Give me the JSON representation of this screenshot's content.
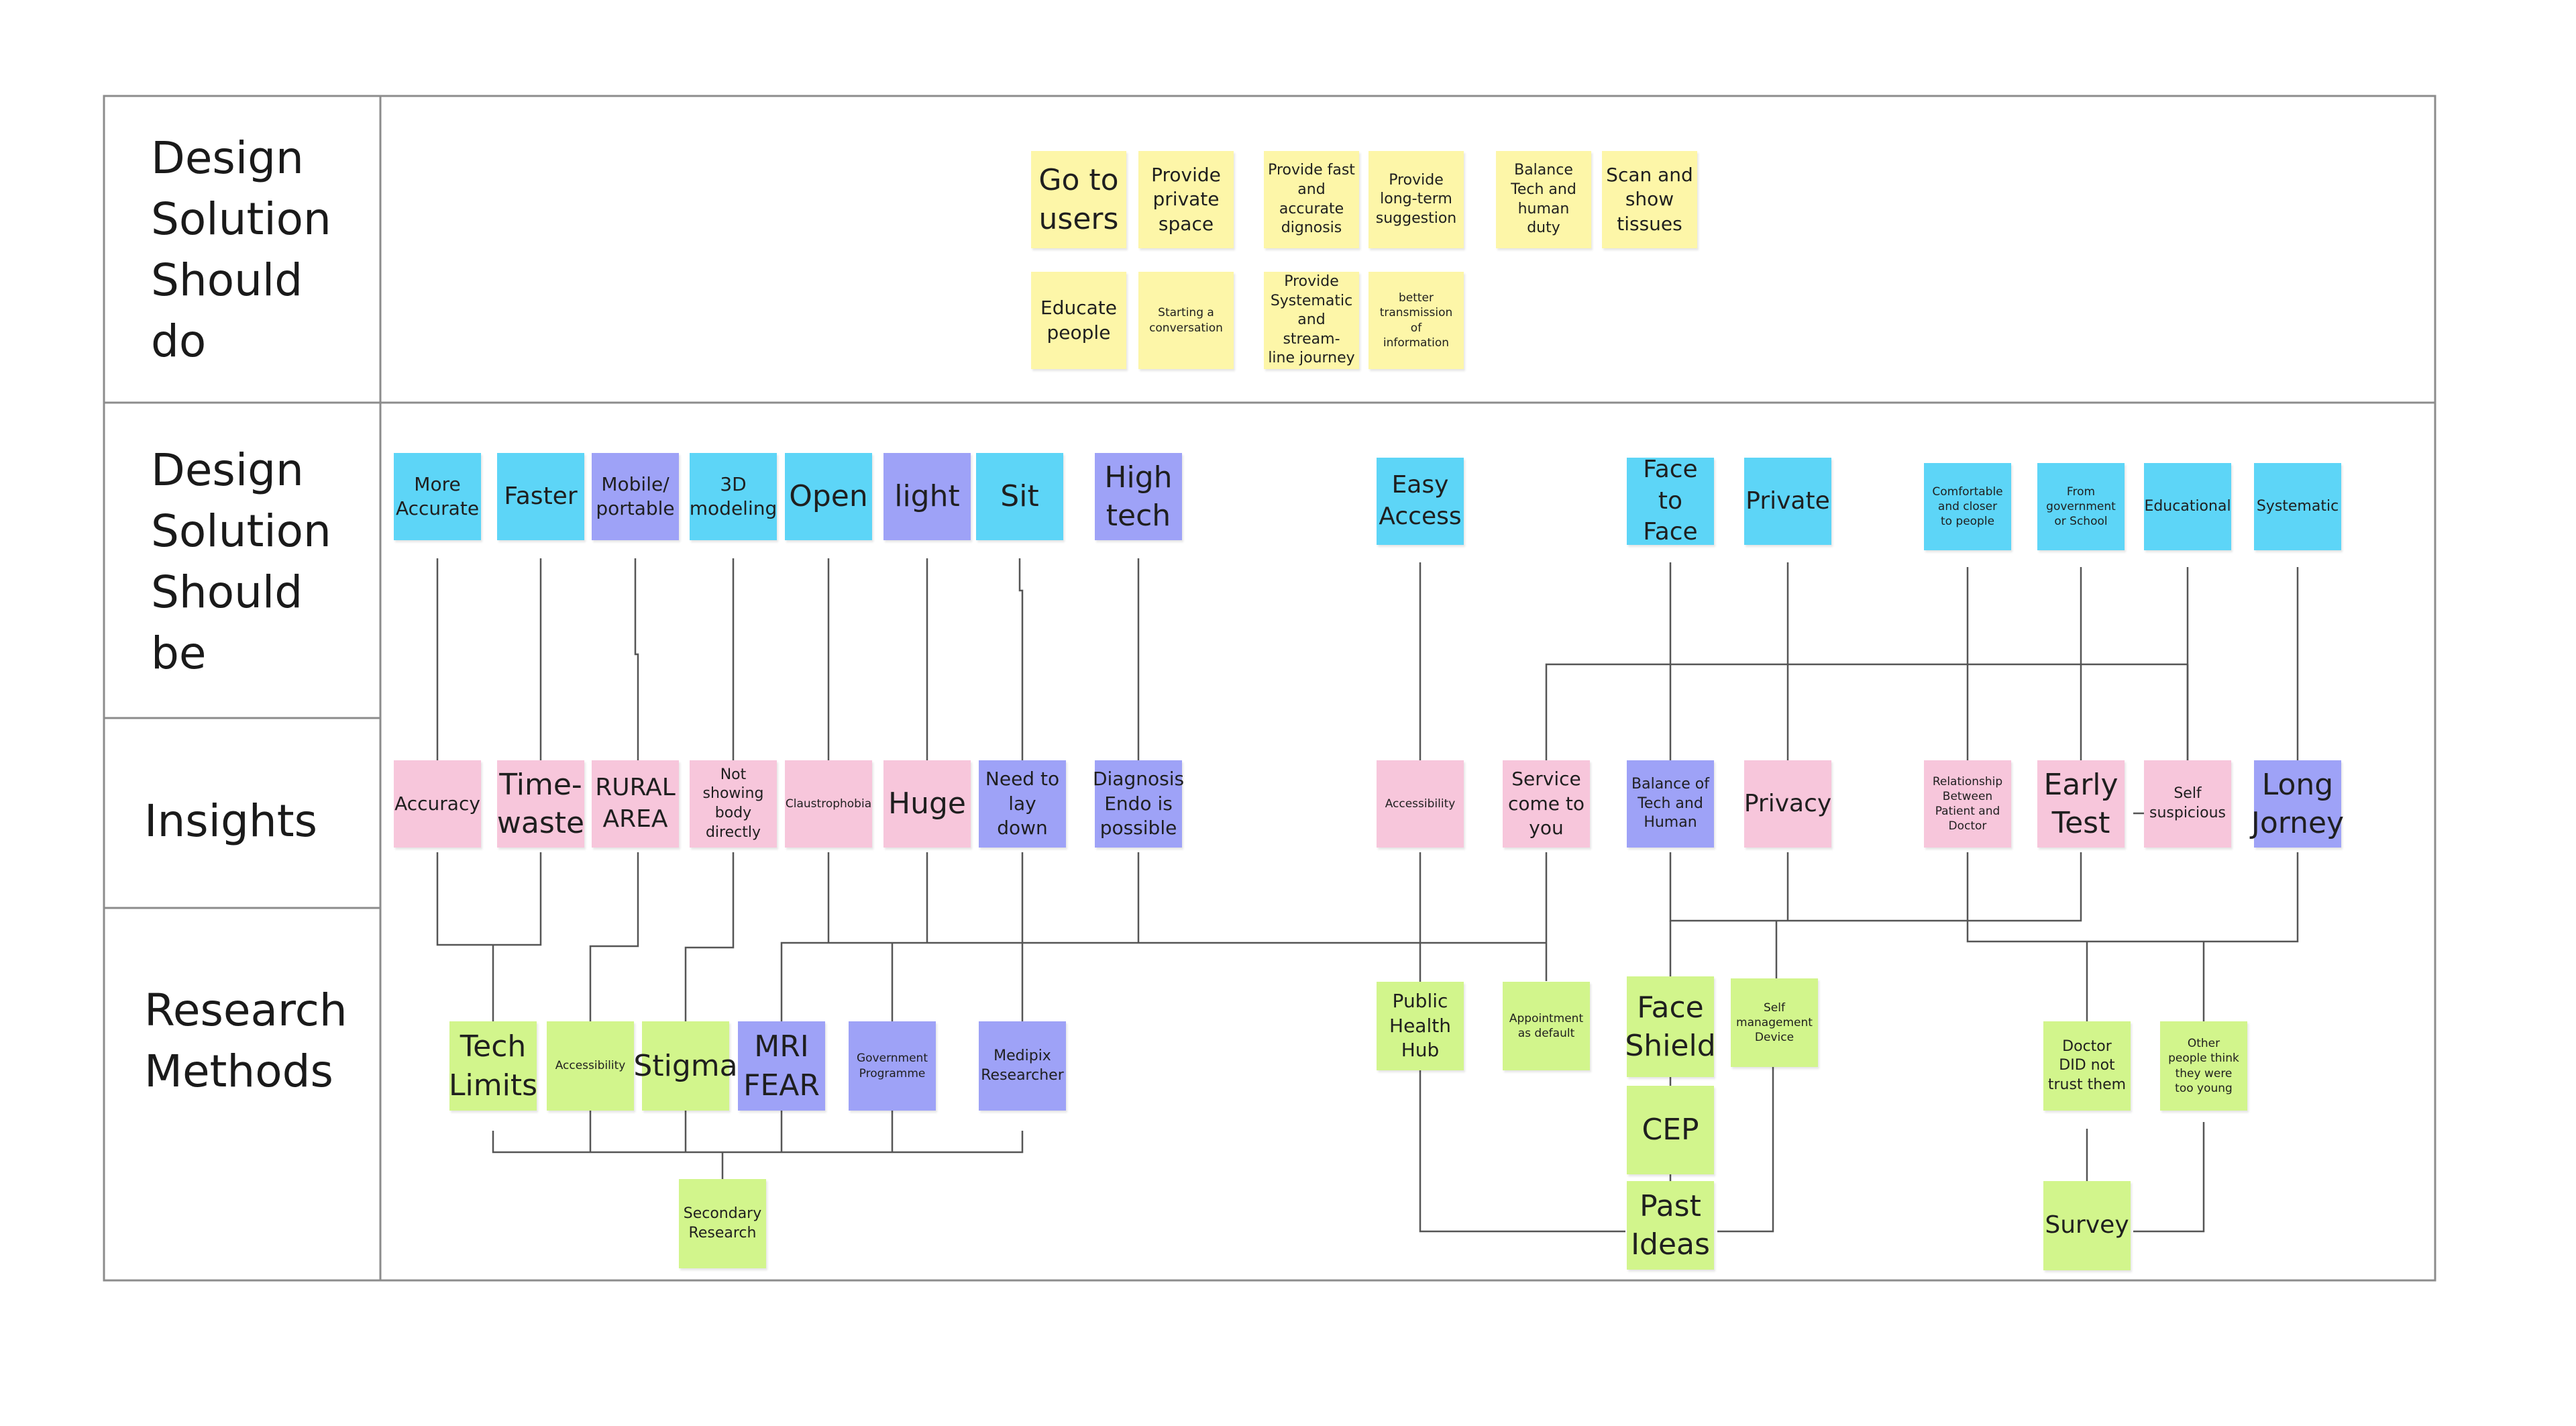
{
  "rows": {
    "do": "Design\nSolution\nShould\ndo",
    "be": "Design\nSolution\nShould\nbe",
    "insights": "Insights",
    "methods": "Research\nMethods"
  },
  "notes": {
    "go_to_users": "Go to\nusers",
    "private_space": "Provide\nprivate\nspace",
    "fast_diagnosis": "Provide fast\nand\naccurate\ndignosis",
    "long_term": "Provide\nlong-term\nsuggestion",
    "balance_duty": "Balance\nTech and\nhuman\nduty",
    "scan_tissues": "Scan and\nshow\ntissues",
    "educate_people": "Educate\npeople",
    "starting_conversation": "Starting a\nconversation",
    "systematic_journey": "Provide\nSystematic\nand stream-\nline journey",
    "better_transmission": "better\ntransmission\nof\ninformation",
    "more_accurate": "More\nAccurate",
    "faster": "Faster",
    "mobile_portable": "Mobile/\nportable",
    "modeling_3d": "3D\nmodeling",
    "open": "Open",
    "light": "light",
    "sit": "Sit",
    "high_tech": "High\ntech",
    "easy_access": "Easy\nAccess",
    "face_to_face": "Face to\nFace",
    "private": "Private",
    "comfortable": "Comfortable\nand closer\nto people",
    "from_government": "From\ngovernment\nor School",
    "educational": "Educational",
    "systematic": "Systematic",
    "accuracy": "Accuracy",
    "time_waste": "Time-\nwaste",
    "rural_area": "RURAL\nAREA",
    "not_showing": "Not\nshowing\nbody\ndirectly",
    "claustrophobia": "Claustrophobia",
    "huge": "Huge",
    "lay_down": "Need to\nlay\ndown",
    "diagnosis_endo": "Diagnosis\nEndo is\npossible",
    "accessibility_insight": "Accessibility",
    "service_come": "Service\ncome to\nyou",
    "balance_tech_human": "Balance of\nTech and\nHuman",
    "privacy": "Privacy",
    "relationship": "Relationship\nBetween\nPatient and\nDoctor",
    "early_test": "Early\nTest",
    "self_suspicious": "Self\nsuspicious",
    "long_jorney": "Long\nJorney",
    "tech_limits": "Tech\nLimits",
    "accessibility_method": "Accessibility",
    "stigma": "Stigma",
    "mri_fear": "MRI\nFEAR",
    "gov_programme": "Government\nProgramme",
    "medipix": "Medipix\nResearcher",
    "secondary_research": "Secondary\nResearch",
    "public_health_hub": "Public\nHealth\nHub",
    "appointment_default": "Appointment\nas default",
    "face_shield": "Face\nShield",
    "cep": "CEP",
    "past_ideas": "Past\nIdeas",
    "self_management": "Self\nmanagement\nDevice",
    "doctor_not_trust": "Doctor\nDID not\ntrust them",
    "other_people": "Other\npeople think\nthey were\ntoo young",
    "survey": "Survey"
  },
  "colors": {
    "yellow": "#fdf6a8",
    "cyan": "#5dd5f7",
    "purple": "#9ea2f7",
    "pink": "#f7c6db",
    "green": "#d2f58c",
    "grid_line": "#8c8c8c",
    "connector": "#555555"
  }
}
